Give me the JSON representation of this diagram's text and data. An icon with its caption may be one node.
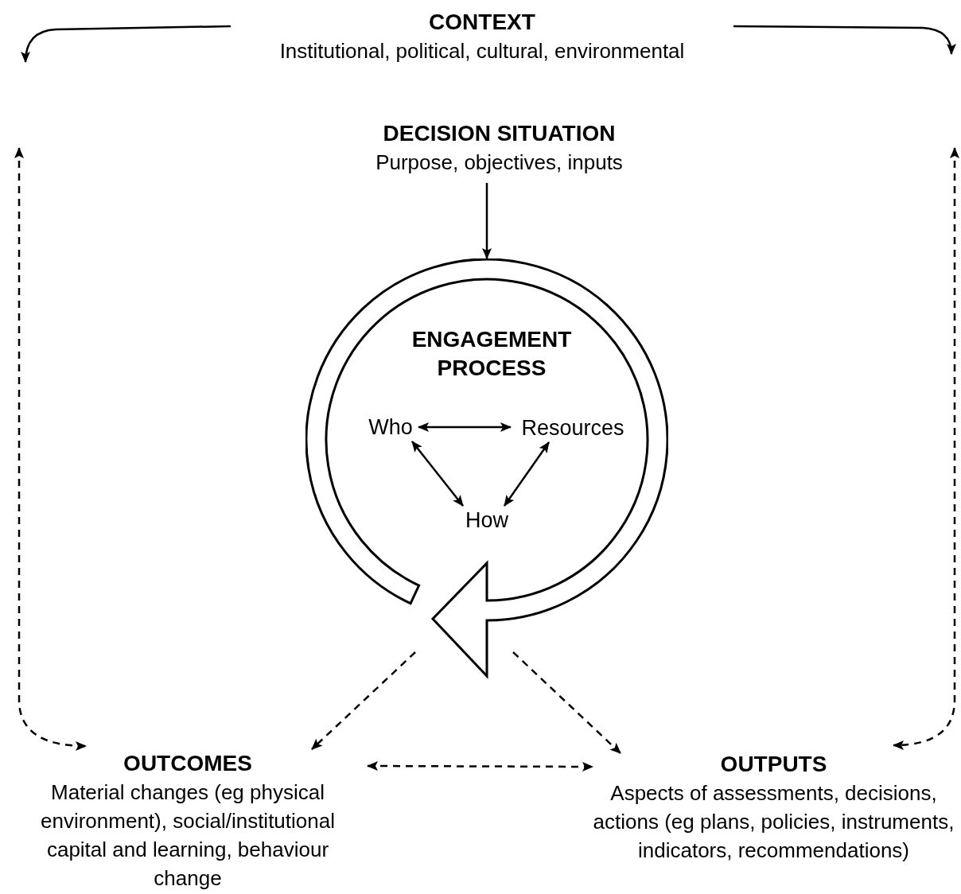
{
  "diagram": {
    "nodes": [
      {
        "text": [
          "CONTEXT",
          "Institutional, political, cultural, environmental"
        ]
      },
      {
        "text": [
          "DECISION SITUATION",
          "Purpose, objectives, inputs"
        ]
      },
      {
        "text": [
          "ENGAGEMENT PROCESS"
        ]
      },
      {
        "text": [
          "Who"
        ],
        "in": 2
      },
      {
        "text": [
          "Resources"
        ],
        "in": 2
      },
      {
        "text": [
          "How"
        ],
        "in": 2
      },
      {
        "text": [
          "OUTCOMES",
          "Material changes (eg physical environment), social/institutional capital and learning, behaviour change"
        ]
      },
      {
        "text": [
          "OUTPUTS",
          "Aspects of assessments, decisions, actions (eg plans, policies, instruments, indicators, recommendations)"
        ]
      }
    ],
    "edges": [
      {
        "from": 0,
        "to": null,
        "arrow": "to"
      },
      {
        "from": 0,
        "to": null,
        "arrow": "to"
      },
      {
        "from": 1,
        "to": 2,
        "arrow": "to"
      },
      {
        "from": 3,
        "to": 4,
        "arrow": "both"
      },
      {
        "from": 3,
        "to": 5,
        "arrow": "both"
      },
      {
        "from": 4,
        "to": 5,
        "arrow": "both"
      },
      {
        "from": 2,
        "to": 6,
        "arrow": "to",
        "style": "dashed"
      },
      {
        "from": 2,
        "to": 7,
        "arrow": "to",
        "style": "dashed"
      },
      {
        "from": 6,
        "to": 7,
        "arrow": "both",
        "style": "dashed"
      },
      {
        "from": null,
        "to": 6,
        "arrow": "both",
        "style": "dashed"
      },
      {
        "from": null,
        "to": 7,
        "arrow": "both",
        "style": "dashed"
      }
    ]
  }
}
